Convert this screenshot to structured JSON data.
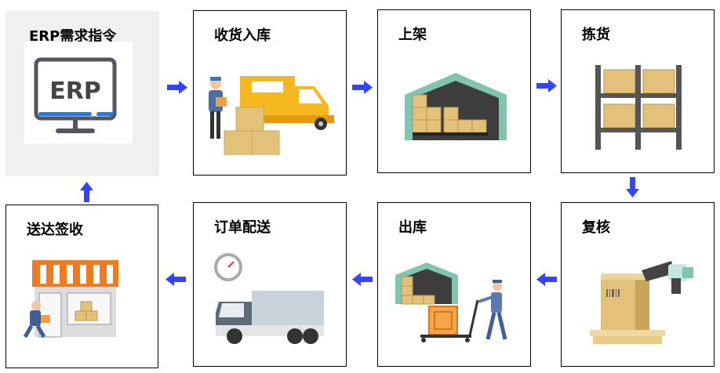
{
  "steps": [
    {
      "id": "erp",
      "title": "ERP需求指令",
      "icon": "erp-monitor-icon",
      "icon_text": "ERP"
    },
    {
      "id": "receive",
      "title": "收货入库",
      "icon": "delivery-truck-worker-icon"
    },
    {
      "id": "shelve",
      "title": "上架",
      "icon": "warehouse-boxes-icon"
    },
    {
      "id": "pick",
      "title": "拣货",
      "icon": "shelf-rack-icon"
    },
    {
      "id": "check",
      "title": "复核",
      "icon": "barcode-scanner-box-icon"
    },
    {
      "id": "outbound",
      "title": "出库",
      "icon": "warehouse-hand-truck-icon"
    },
    {
      "id": "dispatch",
      "title": "订单配送",
      "icon": "truck-clock-icon"
    },
    {
      "id": "sign",
      "title": "送达签收",
      "icon": "shop-delivery-icon"
    }
  ],
  "colors": {
    "arrow": "#3344ff",
    "erp_bg": "#f0f0f0",
    "box_border": "#000000",
    "carton": "#e2c27a",
    "truck": "#f6b820"
  }
}
